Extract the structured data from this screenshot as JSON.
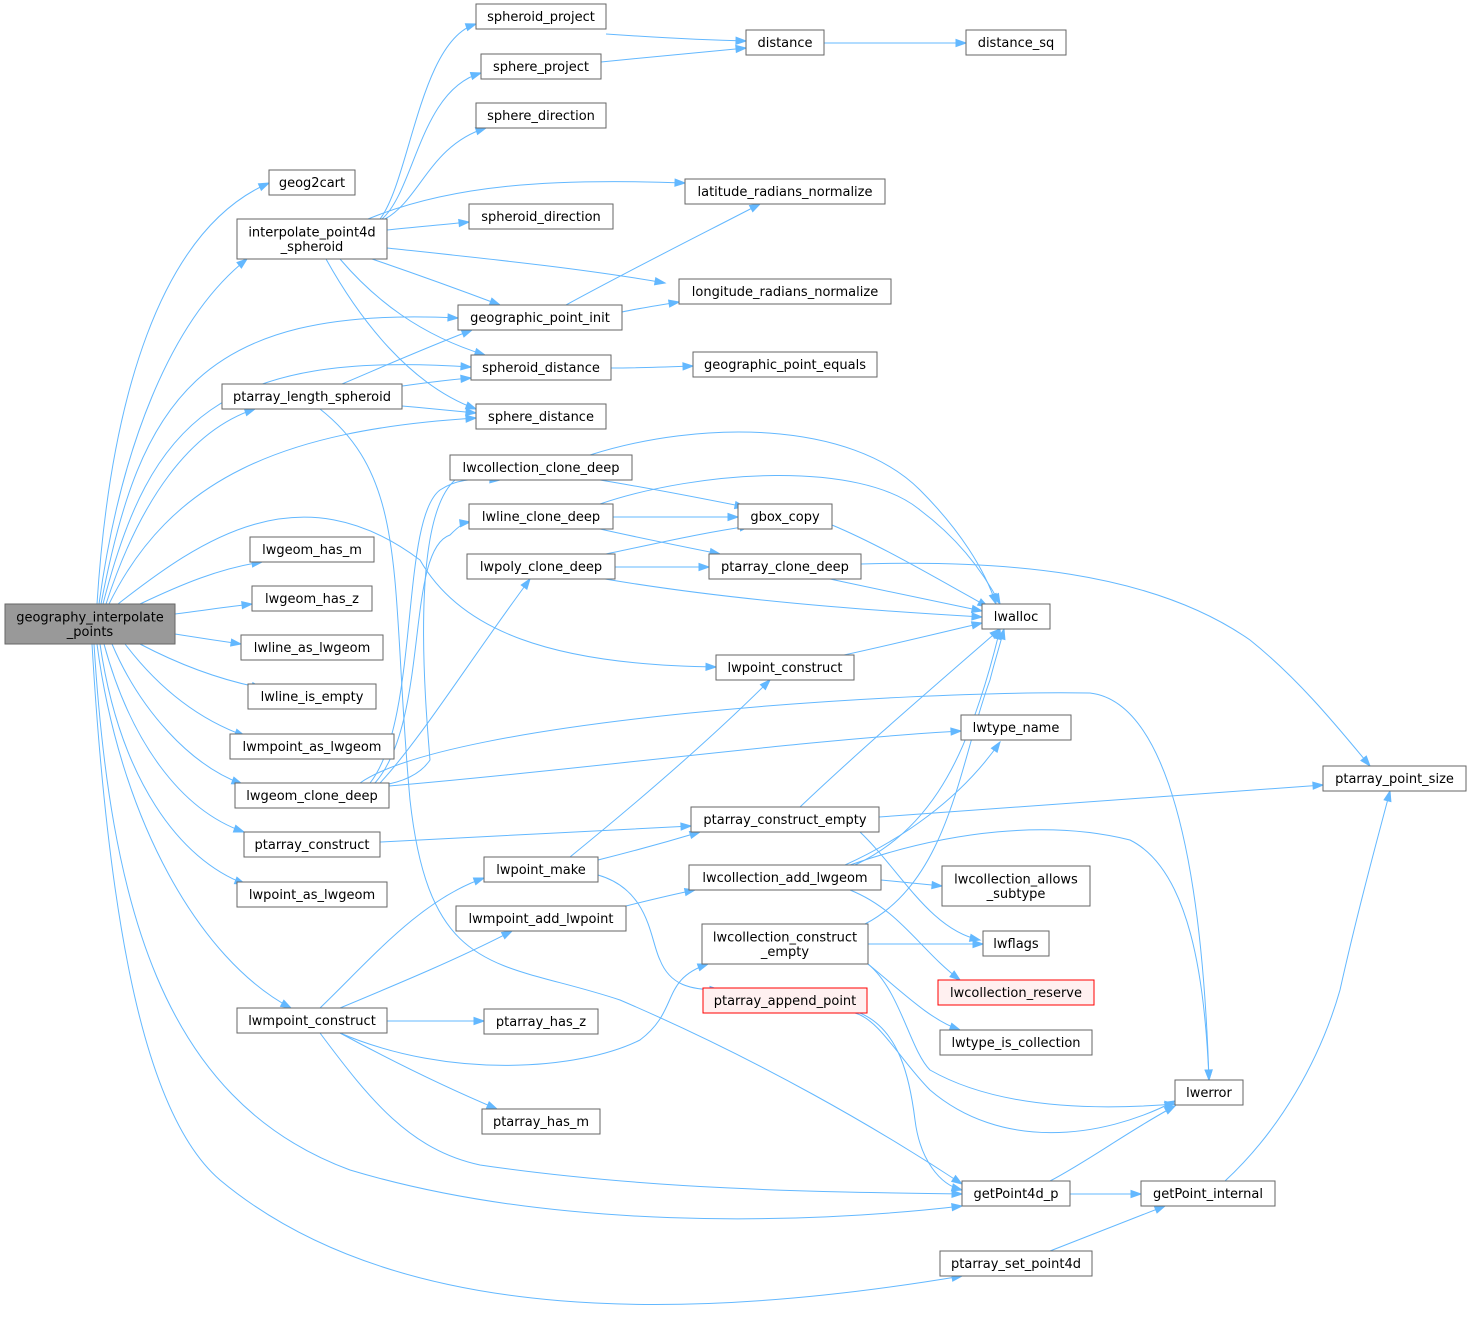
{
  "colors": {
    "root_fill": "#999999",
    "node_border": "#666666",
    "edge": "#63b8ff",
    "truncated_border": "#ff0000",
    "truncated_fill": "#fff0f0"
  },
  "nodes": {
    "geography_interpolate_points": {
      "lines": [
        "geography_interpolate",
        "_points"
      ],
      "style": "root"
    },
    "geog2cart": {
      "lines": [
        "geog2cart"
      ]
    },
    "interpolate_point4d_spheroid": {
      "lines": [
        "interpolate_point4d",
        "_spheroid"
      ]
    },
    "ptarray_length_spheroid": {
      "lines": [
        "ptarray_length_spheroid"
      ]
    },
    "lwgeom_has_m": {
      "lines": [
        "lwgeom_has_m"
      ]
    },
    "lwgeom_has_z": {
      "lines": [
        "lwgeom_has_z"
      ]
    },
    "lwline_as_lwgeom": {
      "lines": [
        "lwline_as_lwgeom"
      ]
    },
    "lwline_is_empty": {
      "lines": [
        "lwline_is_empty"
      ]
    },
    "lwmpoint_as_lwgeom": {
      "lines": [
        "lwmpoint_as_lwgeom"
      ]
    },
    "lwgeom_clone_deep": {
      "lines": [
        "lwgeom_clone_deep"
      ]
    },
    "ptarray_construct": {
      "lines": [
        "ptarray_construct"
      ]
    },
    "lwpoint_as_lwgeom": {
      "lines": [
        "lwpoint_as_lwgeom"
      ]
    },
    "lwmpoint_construct": {
      "lines": [
        "lwmpoint_construct"
      ]
    },
    "spheroid_project": {
      "lines": [
        "spheroid_project"
      ]
    },
    "sphere_project": {
      "lines": [
        "sphere_project"
      ]
    },
    "sphere_direction": {
      "lines": [
        "sphere_direction"
      ]
    },
    "spheroid_direction": {
      "lines": [
        "spheroid_direction"
      ]
    },
    "geographic_point_init": {
      "lines": [
        "geographic_point_init"
      ]
    },
    "spheroid_distance": {
      "lines": [
        "spheroid_distance"
      ]
    },
    "sphere_distance": {
      "lines": [
        "sphere_distance"
      ]
    },
    "lwcollection_clone_deep": {
      "lines": [
        "lwcollection_clone_deep"
      ]
    },
    "lwline_clone_deep": {
      "lines": [
        "lwline_clone_deep"
      ]
    },
    "lwpoly_clone_deep": {
      "lines": [
        "lwpoly_clone_deep"
      ]
    },
    "lwpoint_make": {
      "lines": [
        "lwpoint_make"
      ]
    },
    "lwmpoint_add_lwpoint": {
      "lines": [
        "lwmpoint_add_lwpoint"
      ]
    },
    "ptarray_has_z": {
      "lines": [
        "ptarray_has_z"
      ]
    },
    "ptarray_has_m": {
      "lines": [
        "ptarray_has_m"
      ]
    },
    "distance": {
      "lines": [
        "distance"
      ]
    },
    "latitude_radians_normalize": {
      "lines": [
        "latitude_radians_normalize"
      ]
    },
    "longitude_radians_normalize": {
      "lines": [
        "longitude_radians_normalize"
      ]
    },
    "geographic_point_equals": {
      "lines": [
        "geographic_point_equals"
      ]
    },
    "gbox_copy": {
      "lines": [
        "gbox_copy"
      ]
    },
    "ptarray_clone_deep": {
      "lines": [
        "ptarray_clone_deep"
      ]
    },
    "lwpoint_construct": {
      "lines": [
        "lwpoint_construct"
      ]
    },
    "ptarray_construct_empty": {
      "lines": [
        "ptarray_construct_empty"
      ]
    },
    "lwcollection_add_lwgeom": {
      "lines": [
        "lwcollection_add_lwgeom"
      ]
    },
    "lwcollection_construct_empty": {
      "lines": [
        "lwcollection_construct",
        "_empty"
      ]
    },
    "ptarray_append_point": {
      "lines": [
        "ptarray_append_point"
      ],
      "style": "red"
    },
    "distance_sq": {
      "lines": [
        "distance_sq"
      ]
    },
    "lwalloc": {
      "lines": [
        "lwalloc"
      ]
    },
    "lwtype_name": {
      "lines": [
        "lwtype_name"
      ]
    },
    "lwcollection_allows_subtype": {
      "lines": [
        "lwcollection_allows",
        "_subtype"
      ]
    },
    "lwflags": {
      "lines": [
        "lwflags"
      ]
    },
    "lwcollection_reserve": {
      "lines": [
        "lwcollection_reserve"
      ],
      "style": "red"
    },
    "lwtype_is_collection": {
      "lines": [
        "lwtype_is_collection"
      ]
    },
    "lwerror": {
      "lines": [
        "lwerror"
      ]
    },
    "getPoint4d_p": {
      "lines": [
        "getPoint4d_p"
      ]
    },
    "getPoint_internal": {
      "lines": [
        "getPoint_internal"
      ]
    },
    "ptarray_set_point4d": {
      "lines": [
        "ptarray_set_point4d"
      ]
    },
    "ptarray_point_size": {
      "lines": [
        "ptarray_point_size"
      ]
    }
  },
  "edges": [
    [
      "geography_interpolate_points",
      "geog2cart"
    ],
    [
      "geography_interpolate_points",
      "interpolate_point4d_spheroid"
    ],
    [
      "geography_interpolate_points",
      "geographic_point_init"
    ],
    [
      "geography_interpolate_points",
      "spheroid_distance"
    ],
    [
      "geography_interpolate_points",
      "ptarray_length_spheroid"
    ],
    [
      "geography_interpolate_points",
      "sphere_distance"
    ],
    [
      "geography_interpolate_points",
      "lwpoint_construct"
    ],
    [
      "geography_interpolate_points",
      "lwgeom_has_m"
    ],
    [
      "geography_interpolate_points",
      "lwgeom_has_z"
    ],
    [
      "geography_interpolate_points",
      "lwline_as_lwgeom"
    ],
    [
      "geography_interpolate_points",
      "lwline_is_empty"
    ],
    [
      "geography_interpolate_points",
      "lwmpoint_as_lwgeom"
    ],
    [
      "geography_interpolate_points",
      "lwgeom_clone_deep"
    ],
    [
      "geography_interpolate_points",
      "ptarray_construct"
    ],
    [
      "geography_interpolate_points",
      "lwpoint_as_lwgeom"
    ],
    [
      "geography_interpolate_points",
      "lwmpoint_construct"
    ],
    [
      "geography_interpolate_points",
      "getPoint4d_p"
    ],
    [
      "geography_interpolate_points",
      "ptarray_set_point4d"
    ],
    [
      "interpolate_point4d_spheroid",
      "spheroid_project"
    ],
    [
      "interpolate_point4d_spheroid",
      "sphere_project"
    ],
    [
      "interpolate_point4d_spheroid",
      "sphere_direction"
    ],
    [
      "interpolate_point4d_spheroid",
      "latitude_radians_normalize"
    ],
    [
      "interpolate_point4d_spheroid",
      "spheroid_direction"
    ],
    [
      "interpolate_point4d_spheroid",
      "longitude_radians_normalize"
    ],
    [
      "interpolate_point4d_spheroid",
      "geographic_point_init"
    ],
    [
      "interpolate_point4d_spheroid",
      "spheroid_distance"
    ],
    [
      "interpolate_point4d_spheroid",
      "sphere_distance"
    ],
    [
      "ptarray_length_spheroid",
      "geographic_point_init"
    ],
    [
      "ptarray_length_spheroid",
      "spheroid_distance"
    ],
    [
      "ptarray_length_spheroid",
      "sphere_distance"
    ],
    [
      "ptarray_length_spheroid",
      "getPoint4d_p"
    ],
    [
      "spheroid_project",
      "distance"
    ],
    [
      "sphere_project",
      "distance"
    ],
    [
      "distance",
      "distance_sq"
    ],
    [
      "geographic_point_init",
      "latitude_radians_normalize"
    ],
    [
      "geographic_point_init",
      "longitude_radians_normalize"
    ],
    [
      "spheroid_distance",
      "geographic_point_equals"
    ],
    [
      "lwgeom_clone_deep",
      "lwcollection_clone_deep"
    ],
    [
      "lwgeom_clone_deep",
      "lwline_clone_deep"
    ],
    [
      "lwgeom_clone_deep",
      "lwpoly_clone_deep"
    ],
    [
      "lwgeom_clone_deep",
      "lwerror"
    ],
    [
      "lwgeom_clone_deep",
      "lwtype_name"
    ],
    [
      "lwcollection_clone_deep",
      "gbox_copy"
    ],
    [
      "lwcollection_clone_deep",
      "lwalloc"
    ],
    [
      "lwcollection_clone_deep",
      "lwgeom_clone_deep"
    ],
    [
      "lwline_clone_deep",
      "gbox_copy"
    ],
    [
      "lwline_clone_deep",
      "lwalloc"
    ],
    [
      "lwline_clone_deep",
      "ptarray_clone_deep"
    ],
    [
      "lwpoly_clone_deep",
      "gbox_copy"
    ],
    [
      "lwpoly_clone_deep",
      "ptarray_clone_deep"
    ],
    [
      "lwpoly_clone_deep",
      "lwalloc"
    ],
    [
      "gbox_copy",
      "lwalloc"
    ],
    [
      "ptarray_clone_deep",
      "lwalloc"
    ],
    [
      "ptarray_clone_deep",
      "ptarray_point_size"
    ],
    [
      "lwpoint_construct",
      "lwalloc"
    ],
    [
      "ptarray_construct",
      "ptarray_construct_empty"
    ],
    [
      "ptarray_construct_empty",
      "lwalloc"
    ],
    [
      "ptarray_construct_empty",
      "ptarray_point_size"
    ],
    [
      "ptarray_construct_empty",
      "lwflags"
    ],
    [
      "lwmpoint_construct",
      "lwpoint_make"
    ],
    [
      "lwmpoint_construct",
      "lwmpoint_add_lwpoint"
    ],
    [
      "lwmpoint_construct",
      "lwcollection_construct_empty"
    ],
    [
      "lwmpoint_construct",
      "ptarray_has_z"
    ],
    [
      "lwmpoint_construct",
      "ptarray_has_m"
    ],
    [
      "lwmpoint_construct",
      "getPoint4d_p"
    ],
    [
      "lwpoint_make",
      "lwpoint_construct"
    ],
    [
      "lwpoint_make",
      "ptarray_construct_empty"
    ],
    [
      "lwpoint_make",
      "ptarray_append_point"
    ],
    [
      "lwmpoint_add_lwpoint",
      "lwcollection_add_lwgeom"
    ],
    [
      "lwcollection_add_lwgeom",
      "lwcollection_allows_subtype"
    ],
    [
      "lwcollection_add_lwgeom",
      "lwtype_name"
    ],
    [
      "lwcollection_add_lwgeom",
      "lwalloc"
    ],
    [
      "lwcollection_add_lwgeom",
      "lwerror"
    ],
    [
      "lwcollection_add_lwgeom",
      "lwcollection_reserve"
    ],
    [
      "lwcollection_construct_empty",
      "lwalloc"
    ],
    [
      "lwcollection_construct_empty",
      "lwflags"
    ],
    [
      "lwcollection_construct_empty",
      "lwtype_is_collection"
    ],
    [
      "lwcollection_construct_empty",
      "lwerror"
    ],
    [
      "ptarray_append_point",
      "lwerror"
    ],
    [
      "ptarray_append_point",
      "getPoint4d_p"
    ],
    [
      "getPoint4d_p",
      "lwerror"
    ],
    [
      "getPoint4d_p",
      "getPoint_internal"
    ],
    [
      "getPoint_internal",
      "ptarray_point_size"
    ],
    [
      "ptarray_set_point4d",
      "getPoint_internal"
    ]
  ]
}
